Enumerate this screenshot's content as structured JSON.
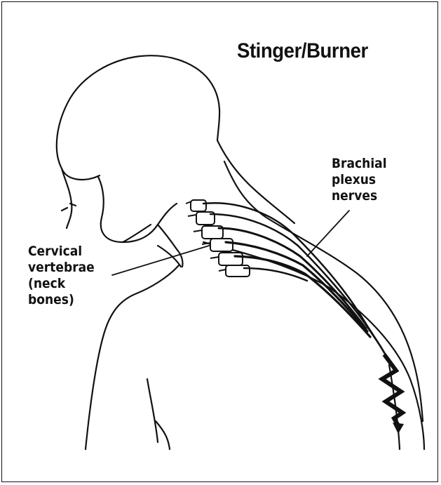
{
  "title": "Stinger/Burner",
  "labels": {
    "brachial": [
      "Brachial",
      "plexus",
      "nerves"
    ],
    "cervical": [
      "Cervical",
      "vertebrae",
      "(neck",
      "bones)"
    ]
  },
  "colors": {
    "ink": "#111111",
    "background": "#ffffff"
  },
  "icons": {
    "pain": "zigzag-lightning-arrow"
  }
}
